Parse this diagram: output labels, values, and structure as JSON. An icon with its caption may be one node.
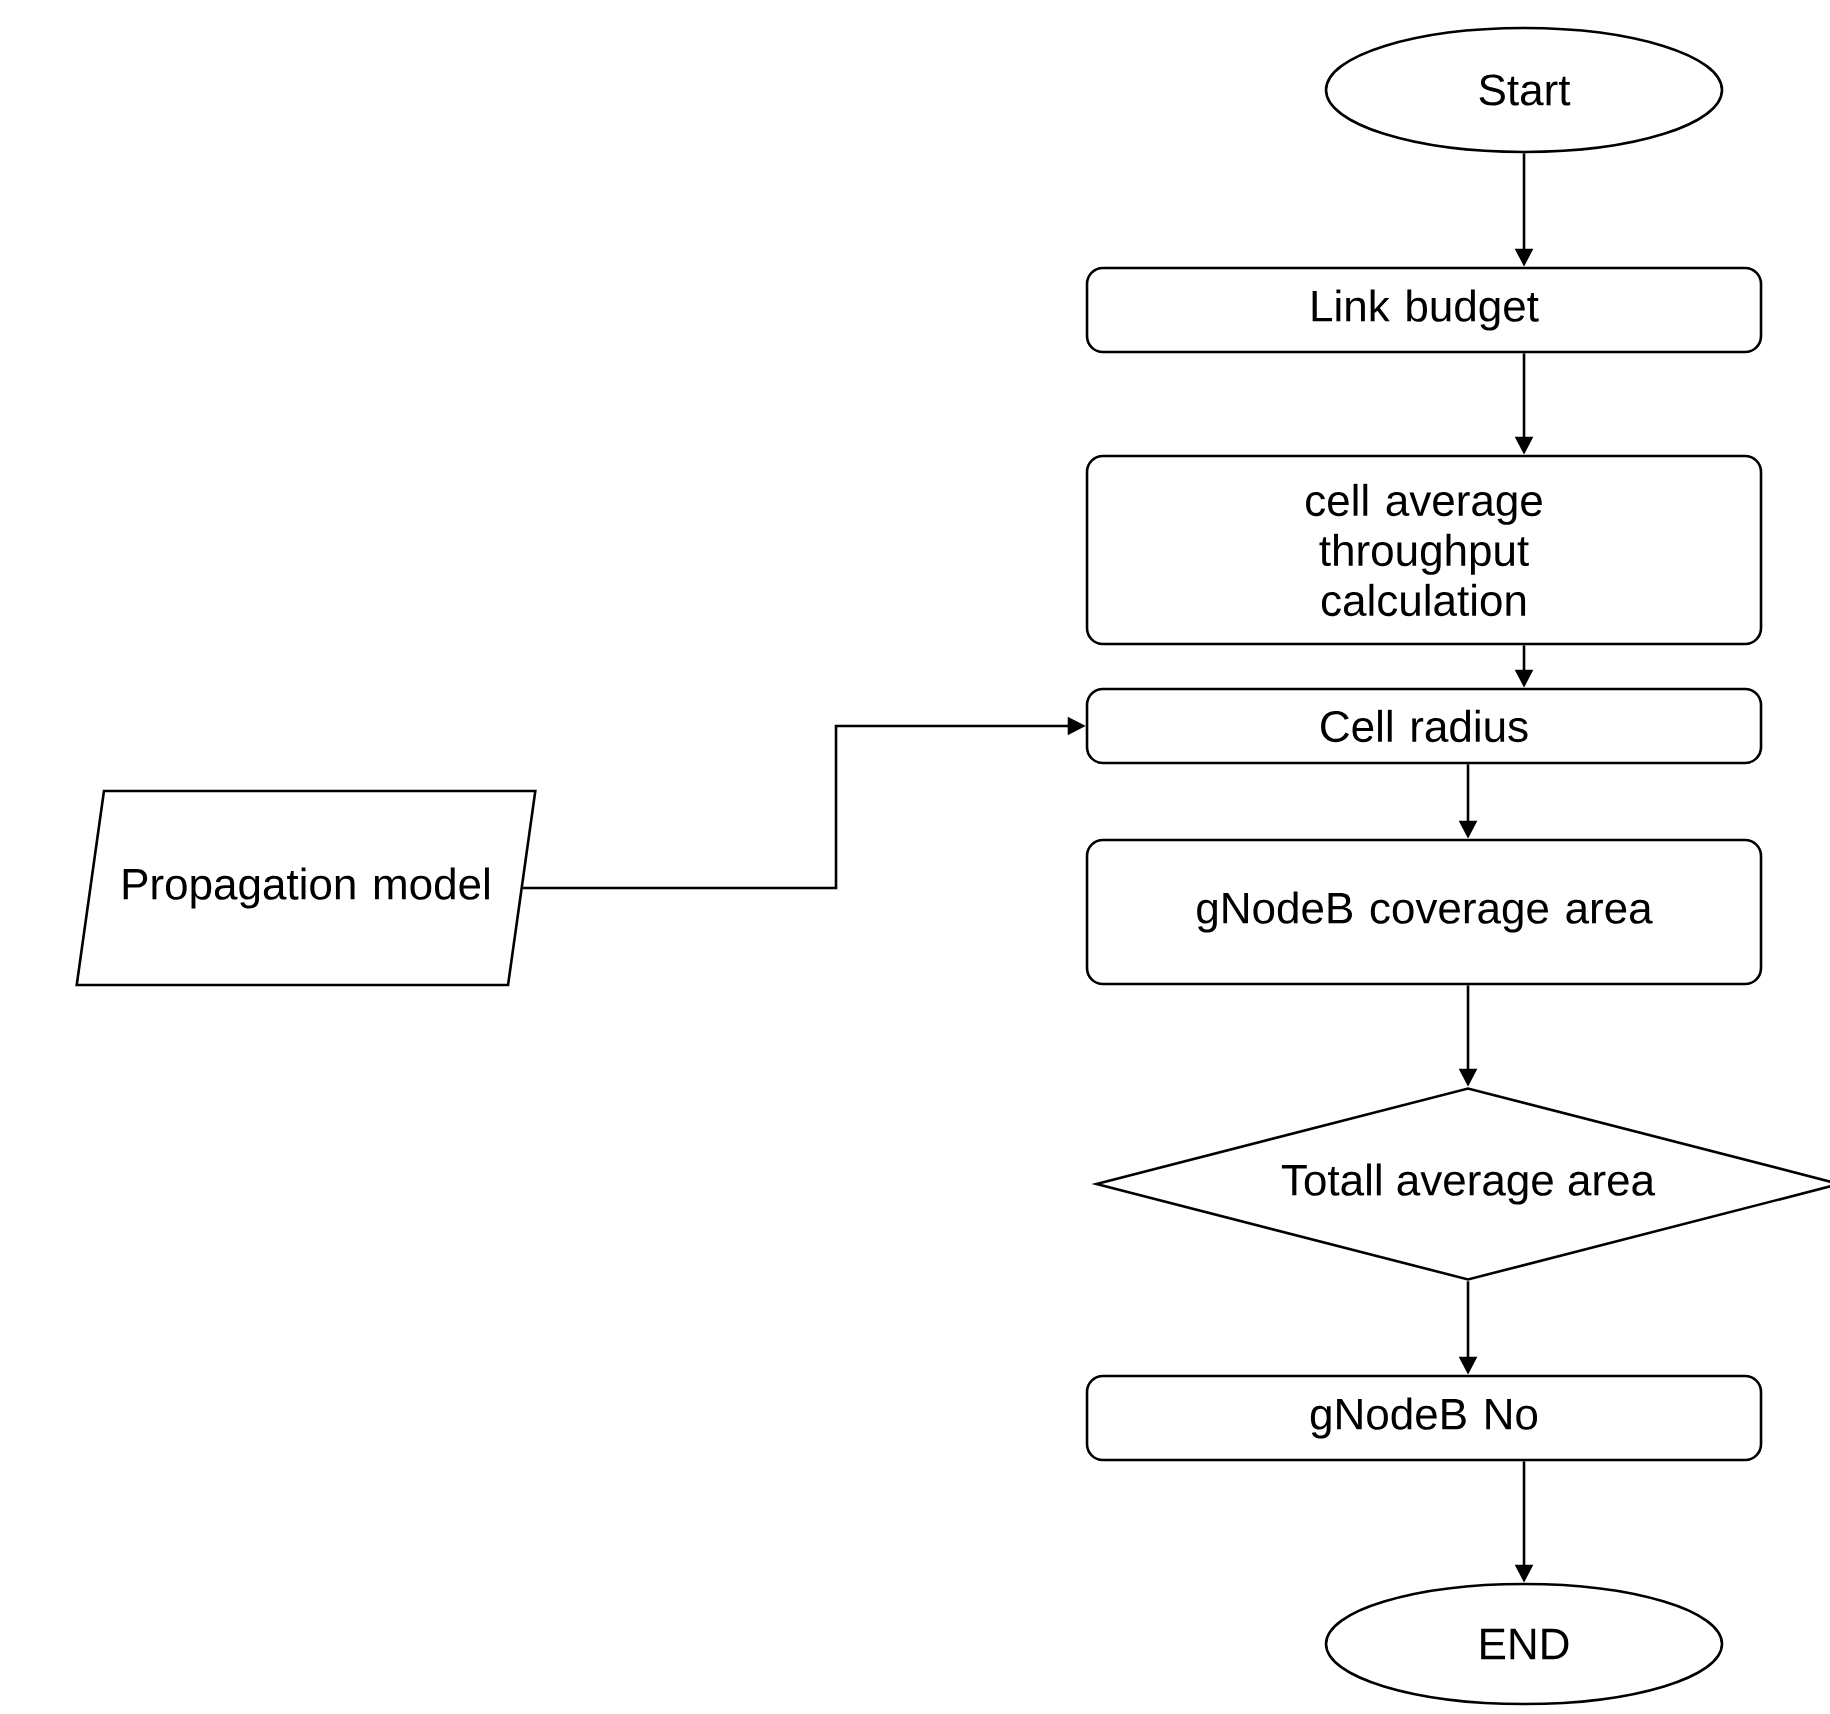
{
  "diagram": {
    "nodes": [
      {
        "text": [
          "Start"
        ]
      },
      {
        "text": [
          "Link budget"
        ]
      },
      {
        "text": [
          "cell average throughput calculation"
        ]
      },
      {
        "text": [
          "Cell radius"
        ]
      },
      {
        "text": [
          "gNodeB coverage area"
        ]
      },
      {
        "text": [
          "Totall average area"
        ]
      },
      {
        "text": [
          "gNodeB No"
        ]
      },
      {
        "text": [
          "END"
        ]
      },
      {
        "text": [
          "Propagation model"
        ]
      }
    ],
    "edges": [
      {
        "from": 0,
        "to": 1,
        "arrow": "to"
      },
      {
        "from": 1,
        "to": 2,
        "arrow": "to"
      },
      {
        "from": 2,
        "to": 3,
        "arrow": "to"
      },
      {
        "from": 3,
        "to": 4,
        "arrow": "to"
      },
      {
        "from": 4,
        "to": 5,
        "arrow": "to"
      },
      {
        "from": 5,
        "to": 6,
        "arrow": "to"
      },
      {
        "from": 6,
        "to": 7,
        "arrow": "to"
      },
      {
        "from": 8,
        "to": 3,
        "arrow": "to"
      }
    ]
  }
}
